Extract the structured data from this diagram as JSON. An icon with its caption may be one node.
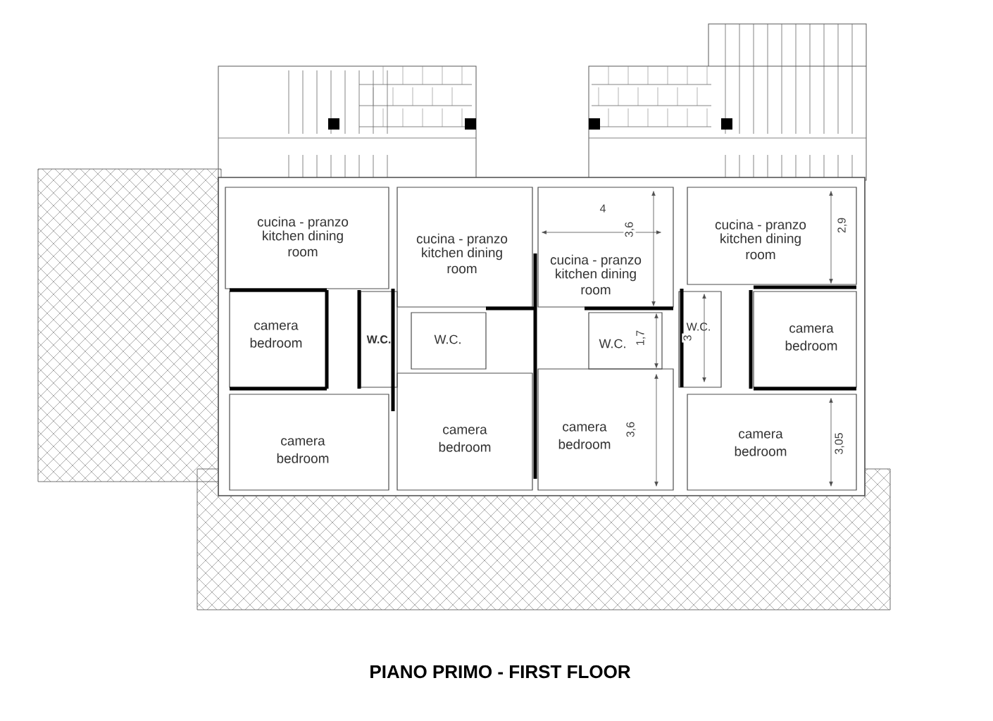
{
  "diagram": {
    "title": "PIANO PRIMO - FIRST FLOOR",
    "nodes": [
      {
        "text": [
          "cucina - pranzo",
          "kitchen dining room"
        ]
      },
      {
        "text": [
          "camera",
          "bedroom"
        ]
      },
      {
        "text": [
          "W.C."
        ]
      },
      {
        "text": [
          "camera",
          "bedroom"
        ]
      },
      {
        "text": [
          "cucina - pranzo",
          "kitchen dining room"
        ]
      },
      {
        "text": [
          "W.C."
        ]
      },
      {
        "text": [
          "camera",
          "bedroom"
        ]
      },
      {
        "text": [
          "cucina - pranzo",
          "kitchen dining room"
        ]
      },
      {
        "text": [
          "W.C."
        ]
      },
      {
        "text": [
          "camera",
          "bedroom"
        ]
      },
      {
        "text": [
          "cucina - pranzo",
          "kitchen dining room"
        ]
      },
      {
        "text": [
          "W.C."
        ]
      },
      {
        "text": [
          "camera",
          "bedroom"
        ]
      },
      {
        "text": [
          "camera",
          "bedroom"
        ]
      }
    ],
    "labels": [
      "4",
      "3,6",
      "2,9",
      "1,7",
      "3",
      "3,6",
      "3,05"
    ]
  }
}
